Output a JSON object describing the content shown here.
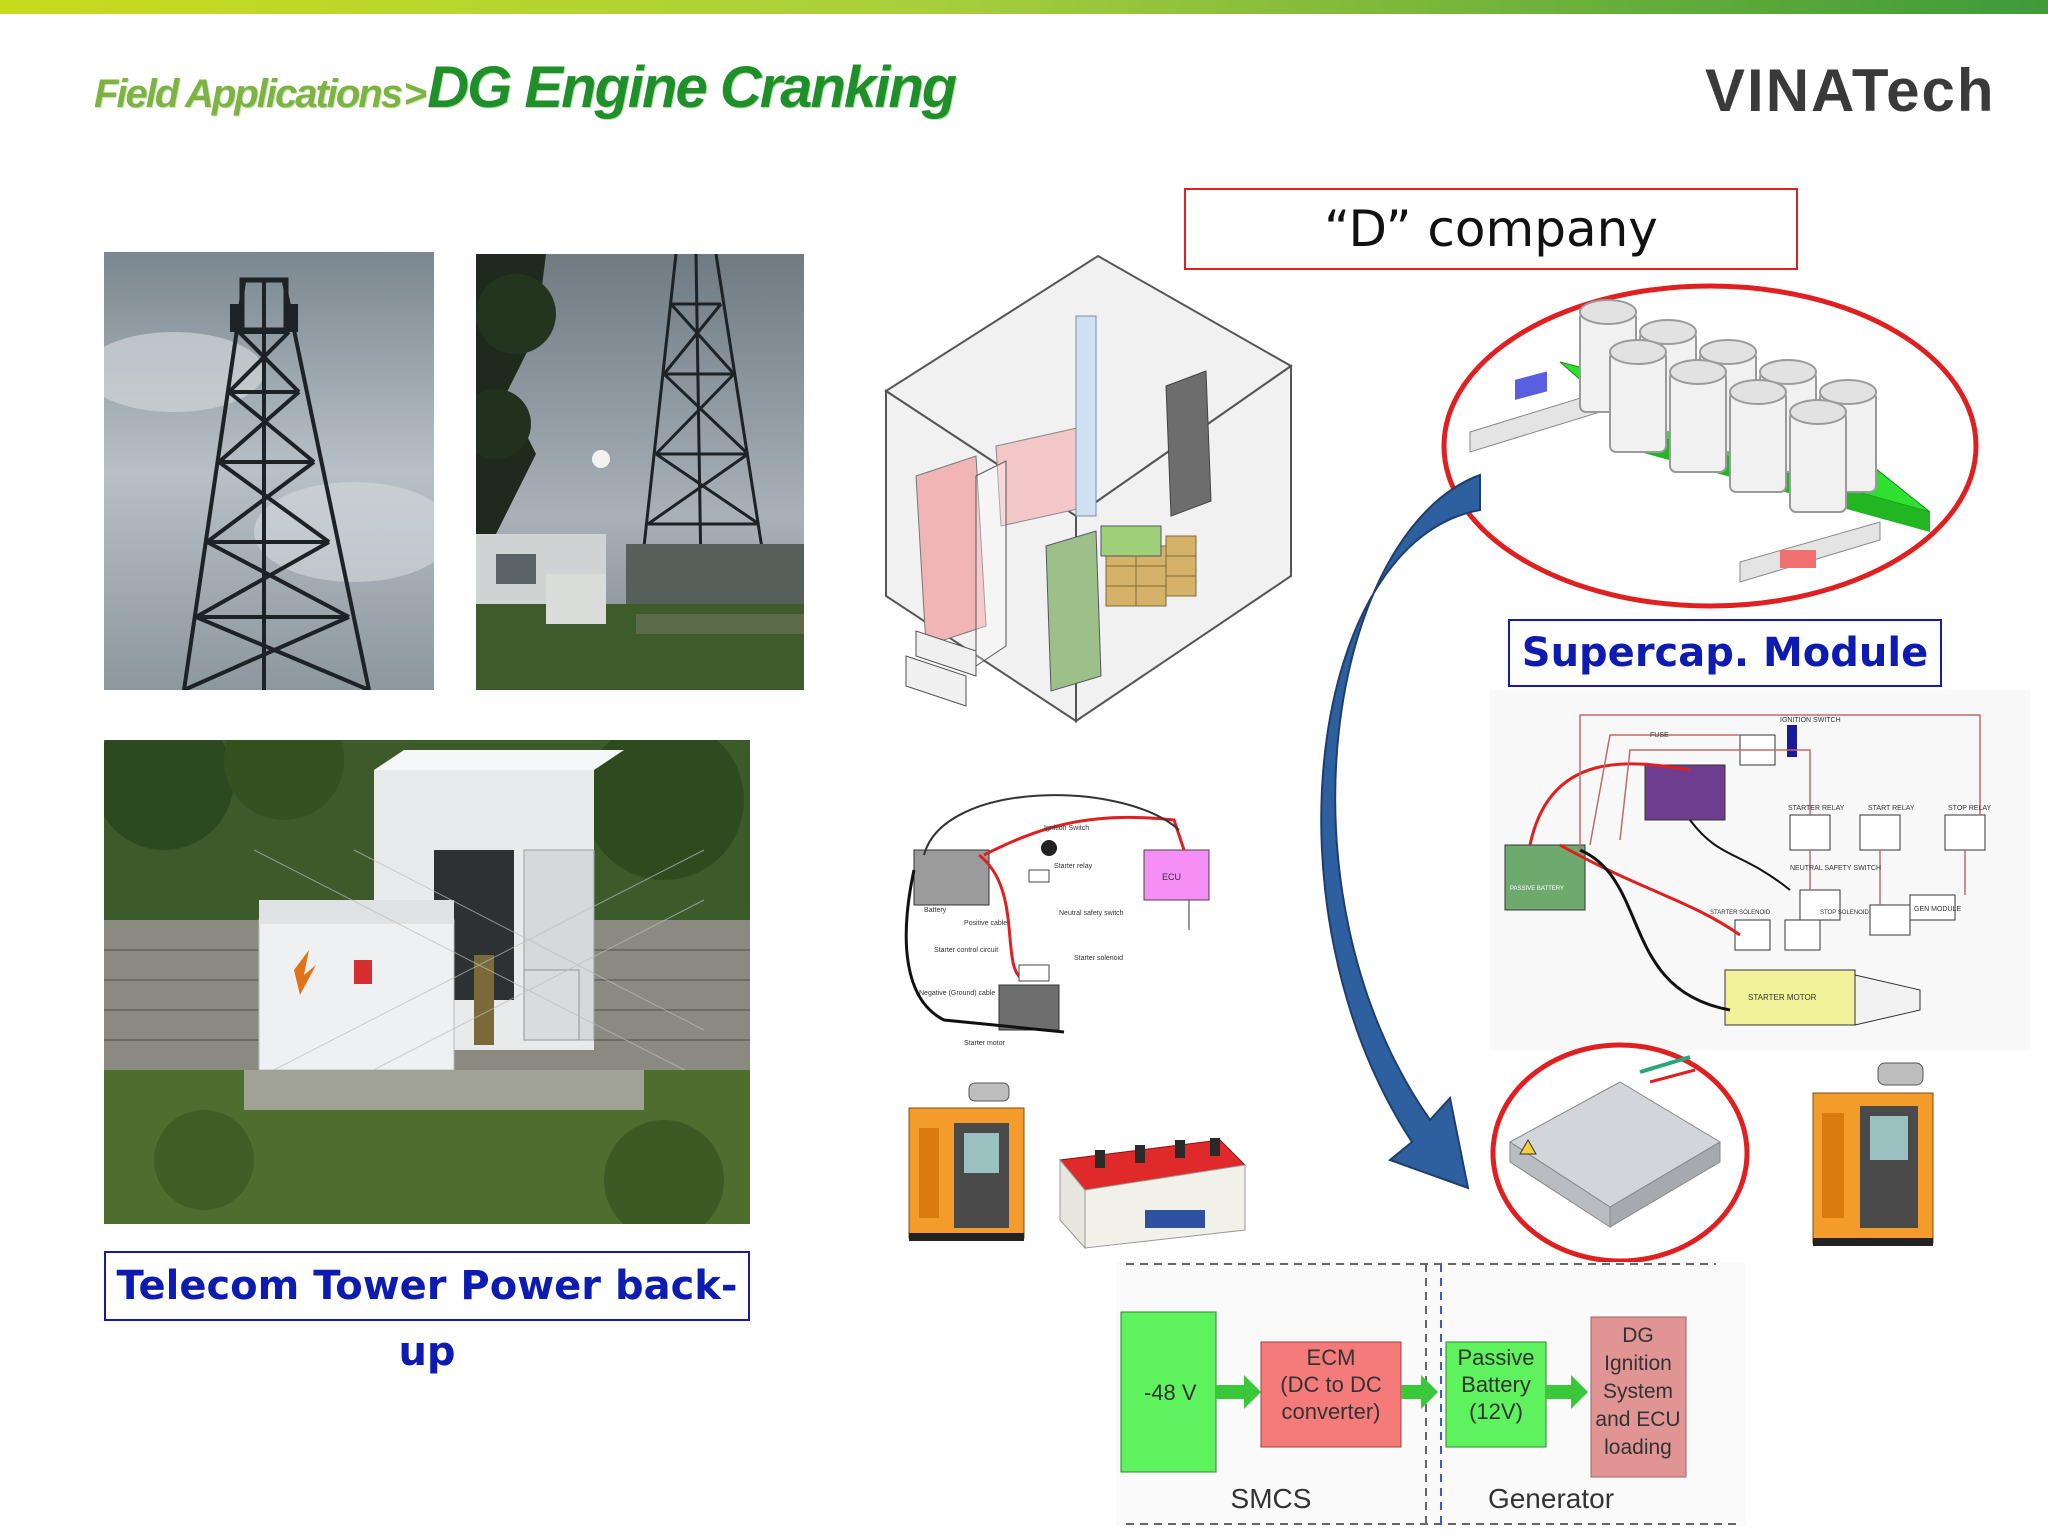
{
  "header": {
    "breadcrumb_parent": "Field Applications",
    "breadcrumb_separator": ">",
    "title": "DG Engine Cranking",
    "logo_text": "VINATech"
  },
  "left": {
    "caption": "Telecom Tower Power back-up"
  },
  "right": {
    "company_label": "“D” company",
    "module_label": "Supercap. Module"
  },
  "wiring_left": {
    "labels": [
      "Ignition Switch",
      "Starter relay",
      "Battery",
      "Positive cable",
      "Neutral safety switch",
      "Starter control circuit",
      "Starter solenoid",
      "Negative (Ground) cable",
      "Starter motor",
      "ECU"
    ]
  },
  "wiring_right": {
    "labels": [
      "FUSE",
      "IGNITION SWITCH",
      "STARTER RELAY",
      "START RELAY",
      "STOP RELAY",
      "NEUTRAL SAFETY SWITCH",
      "PASSIVE BATTERY",
      "STARTER SOLENOID",
      "STOP SOLENOID",
      "GEN MODULE",
      "STARTER MOTOR"
    ]
  },
  "flow": {
    "v48": "-48 V",
    "ecm": [
      "ECM",
      "(DC to DC",
      "converter)"
    ],
    "passive": [
      "Passive",
      "Battery",
      "(12V)"
    ],
    "dg": [
      "DG",
      "Ignition",
      "System",
      "and ECU",
      "loading"
    ],
    "smcs": "SMCS",
    "generator": "Generator"
  },
  "colors": {
    "title_green": "#1f8f2a",
    "caption_blue": "#0d1bb0",
    "highlight_red": "#e02020",
    "arrow_blue": "#2e5f9e"
  }
}
